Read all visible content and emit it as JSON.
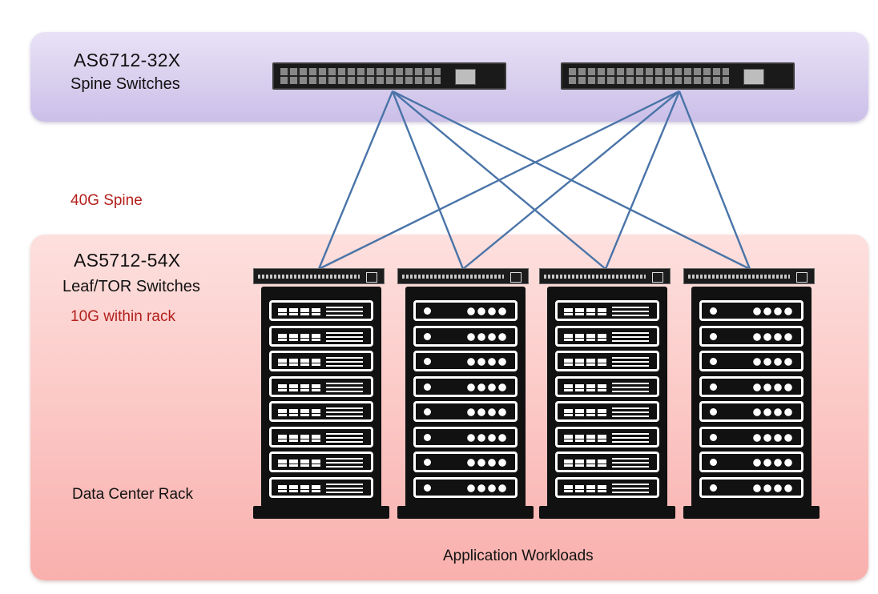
{
  "spine": {
    "model": "AS6712-32X",
    "subtitle": "Spine Switches"
  },
  "uplink_label": "40G Spine",
  "leaf": {
    "model": "AS5712-54X",
    "subtitle": "Leaf/TOR Switches",
    "rack_speed": "10G within rack",
    "rack_label": "Data Center Rack"
  },
  "workloads_label": "Application Workloads",
  "colors": {
    "link": "#4a74a8",
    "accent_red": "#b3201c",
    "spine_band": "#d4caec",
    "leaf_band": "#fbc3c0"
  },
  "icons": [
    "spine-switch-icon",
    "leaf-switch-icon",
    "server-rack-icon"
  ]
}
